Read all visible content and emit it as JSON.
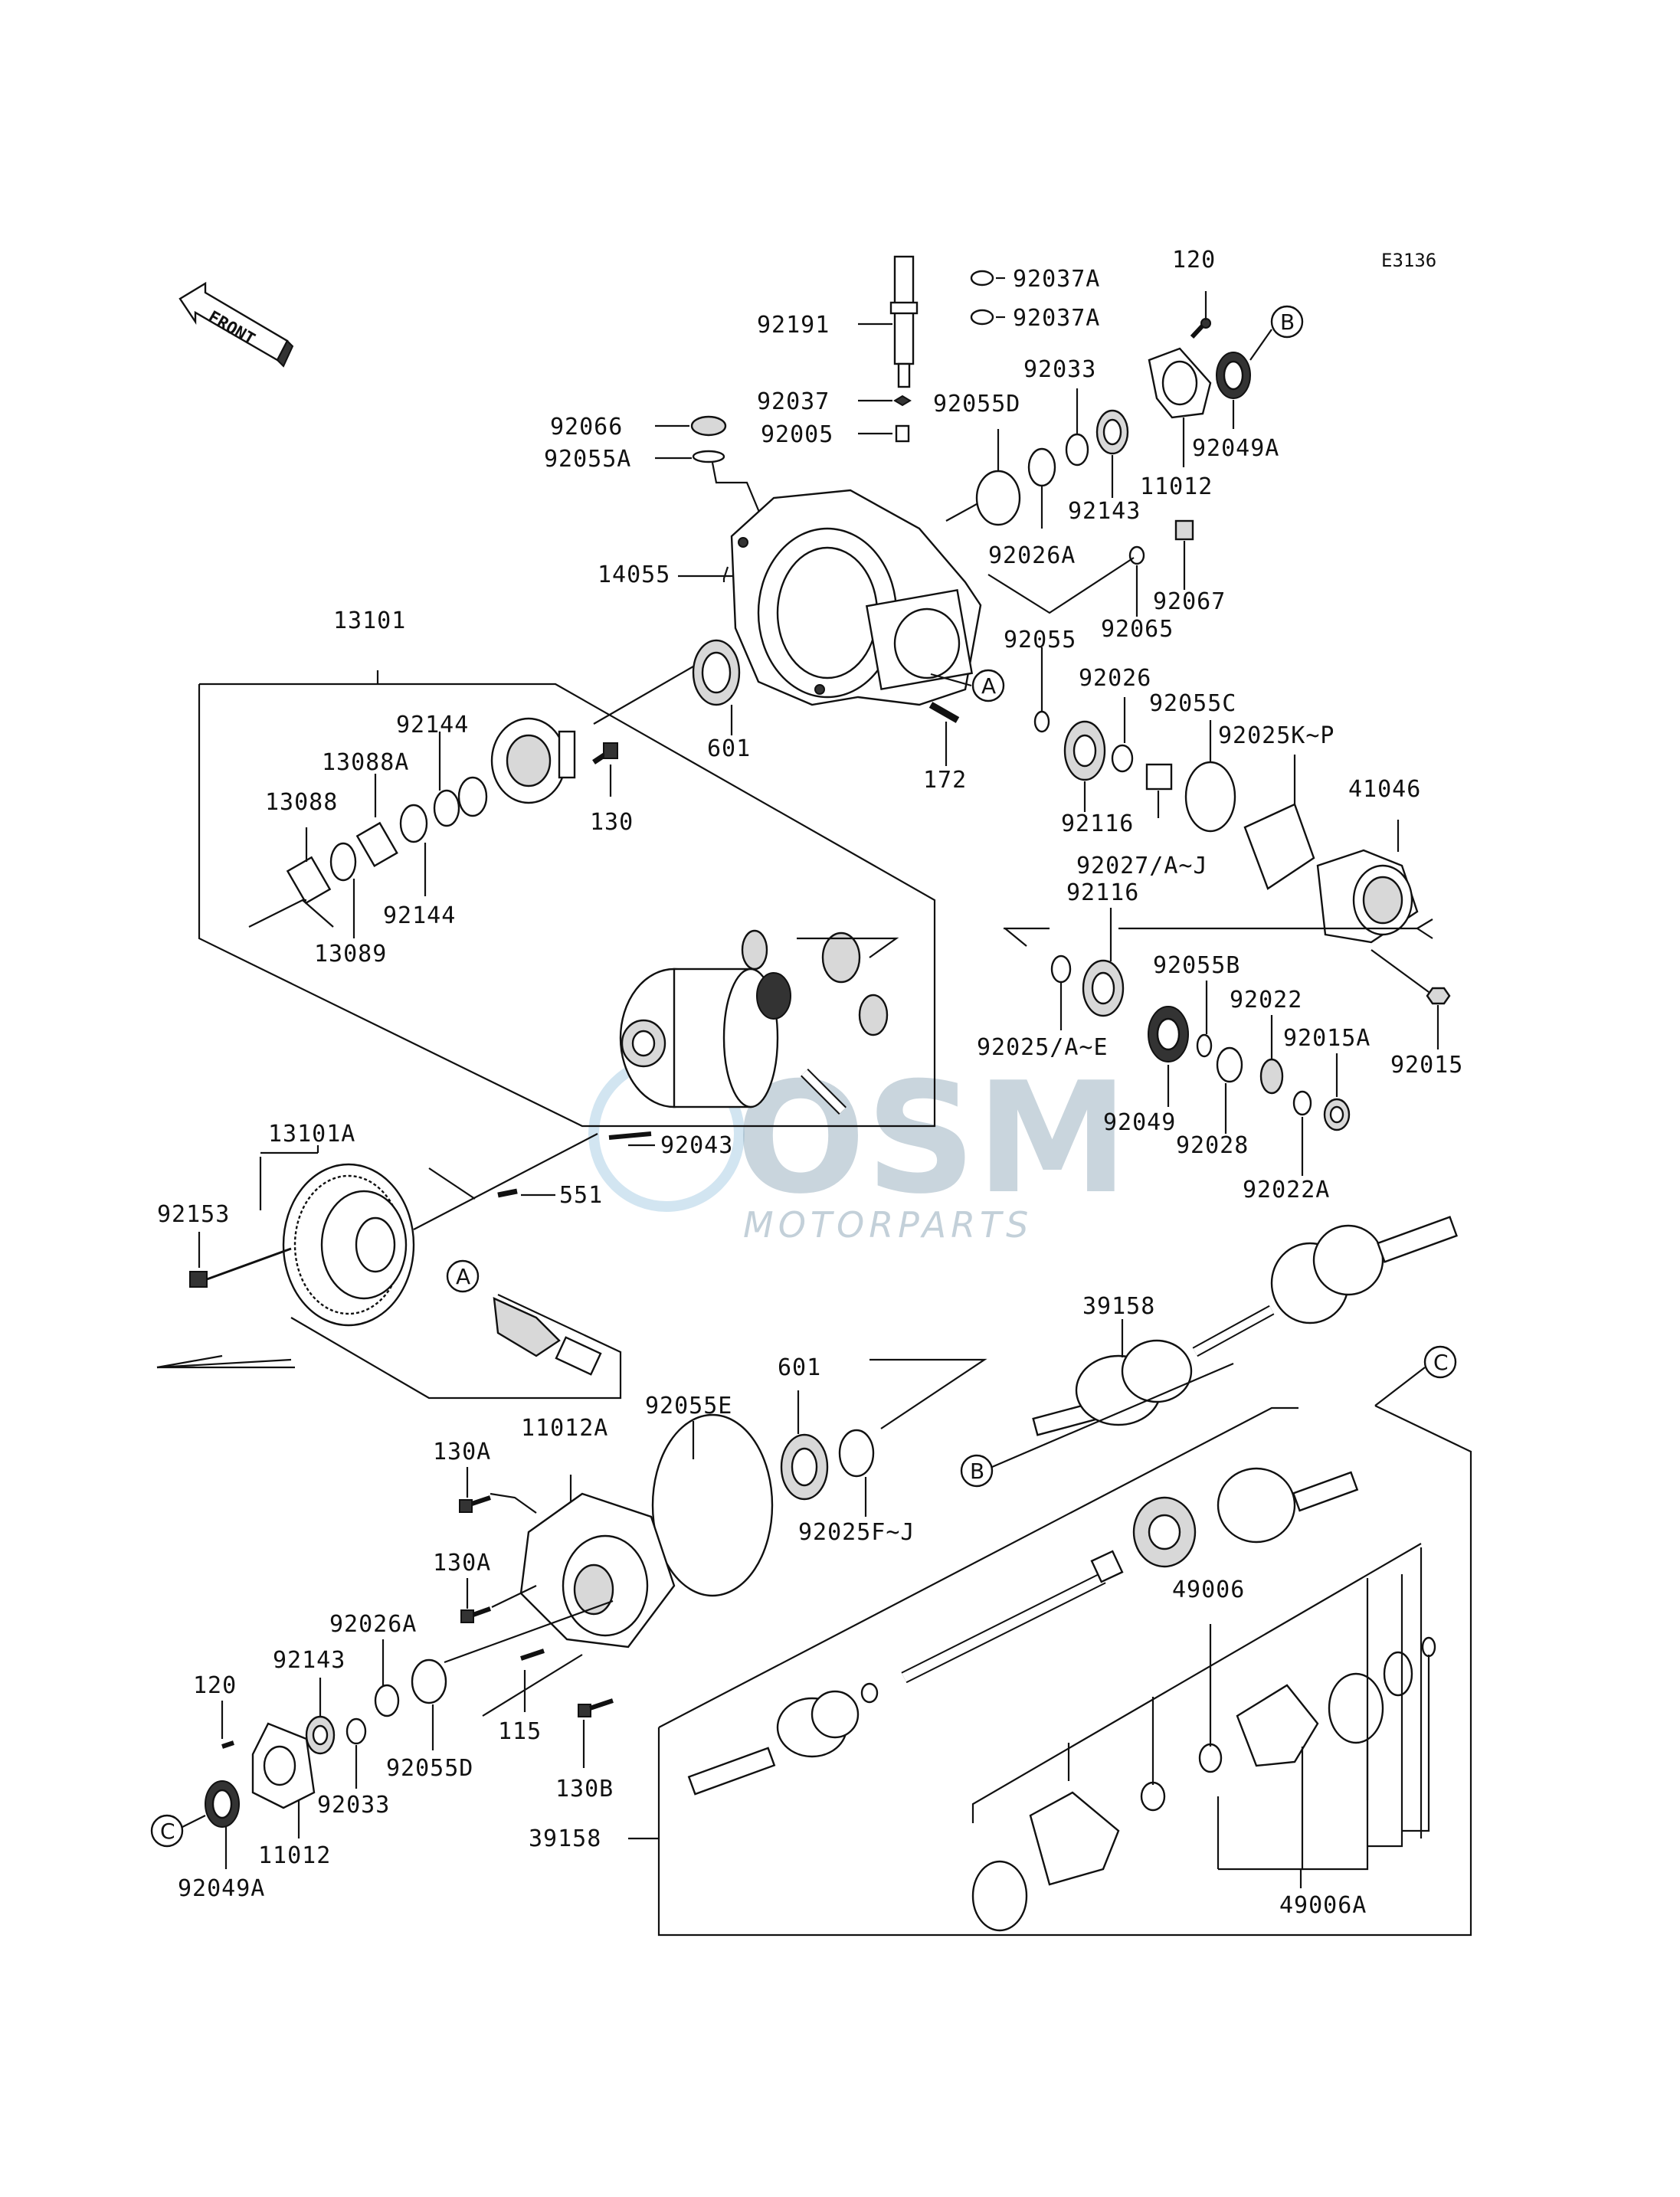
{
  "diagram_code": "E3136",
  "front_label": "FRONT",
  "watermark": {
    "logo": "OSM",
    "text": "MOTORPARTS"
  },
  "markers": [
    "A",
    "B",
    "C"
  ],
  "labels": {
    "p92037A_1": "92037A",
    "p92037A_2": "92037A",
    "p92191": "92191",
    "p92037": "92037",
    "p92005": "92005",
    "p92066": "92066",
    "p92055A": "92055A",
    "p92055D_top": "92055D",
    "p92033_top": "92033",
    "p92143_top": "92143",
    "p92026A_top": "92026A",
    "p120_top": "120",
    "p92049A_top": "92049A",
    "p11012_top": "11012",
    "p92067": "92067",
    "p92065": "92065",
    "p14055": "14055",
    "p13101": "13101",
    "p92144_a": "92144",
    "p13088A": "13088A",
    "p13088": "13088",
    "p92144_b": "92144",
    "p13089": "13089",
    "p601_top": "601",
    "p130": "130",
    "p172": "172",
    "p92055": "92055",
    "p92026": "92026",
    "p92055C": "92055C",
    "p92025KP": "92025K~P",
    "p41046": "41046",
    "p92116_a": "92116",
    "p92027AJ": "92027/A~J",
    "p92116_b": "92116",
    "p92055B": "92055B",
    "p92022": "92022",
    "p92015A": "92015A",
    "p92025AE": "92025/A~E",
    "p92015": "92015",
    "p92049": "92049",
    "p92028": "92028",
    "p92022A": "92022A",
    "p92043": "92043",
    "p13101A": "13101A",
    "p551": "551",
    "p92153": "92153",
    "p39158_top": "39158",
    "p92055E": "92055E",
    "p601_mid": "601",
    "p92025FJ": "92025F~J",
    "p130A_1": "130A",
    "p11012A": "11012A",
    "p130A_2": "130A",
    "p92026A_bot": "92026A",
    "p92143_bot": "92143",
    "p120_bot": "120",
    "p92033_bot": "92033",
    "p92055D_bot": "92055D",
    "p115": "115",
    "p130B": "130B",
    "p11012_bot": "11012",
    "p92049A_bot": "92049A",
    "p39158_bot": "39158",
    "p49006": "49006",
    "p49006A": "49006A"
  }
}
